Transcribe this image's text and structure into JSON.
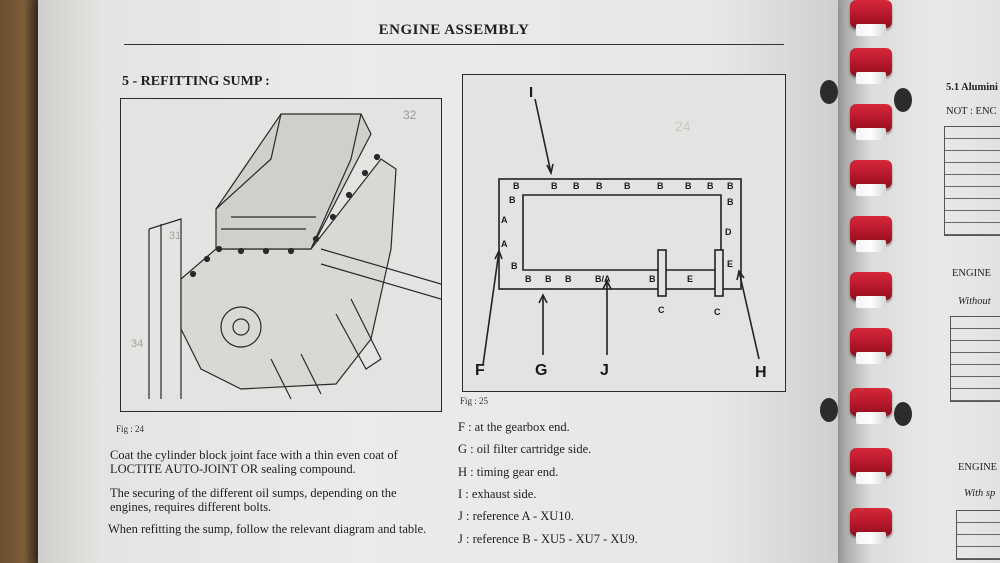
{
  "header": {
    "title": "ENGINE ASSEMBLY"
  },
  "section": {
    "title": "5 - REFITTING SUMP :"
  },
  "fig24": {
    "caption": "Fig : 24",
    "marks": [
      "32",
      "31",
      "34"
    ]
  },
  "fig25": {
    "caption": "Fig : 25",
    "labels": {
      "I": "I",
      "F": "F",
      "G": "G",
      "J": "J",
      "H": "H",
      "top_b": [
        "B",
        "B",
        "B",
        "B",
        "B",
        "B",
        "B",
        "B",
        "B"
      ],
      "left": [
        "B",
        "A",
        "A",
        "B"
      ],
      "right": [
        "B",
        "D",
        "E"
      ],
      "bottom": [
        "B",
        "B",
        "B",
        "B/A",
        "B",
        "E"
      ],
      "c1": "C",
      "c2": "C",
      "faint": "24"
    }
  },
  "body": {
    "p1": "Coat the cylinder block joint face with a thin even coat of LOCTITE AUTO-JOINT OR sealing compound.",
    "p2": "The securing of the different oil sumps, depending on the engines, requires different bolts.",
    "p3": "When refitting the sump, follow the relevant diagram and table."
  },
  "legend": [
    "F : at the gearbox end.",
    "G : oil filter cartridge side.",
    "H : timing gear end.",
    "I : exhaust side.",
    "J : reference A - XU10.",
    "J : reference B - XU5 - XU7 - XU9."
  ],
  "right_page": {
    "heading1": "5.1 Alumini",
    "note1": "NOT : ENC",
    "heading2": "ENGINE",
    "note2": "Without",
    "heading3": "ENGINE",
    "note3": "With sp"
  }
}
